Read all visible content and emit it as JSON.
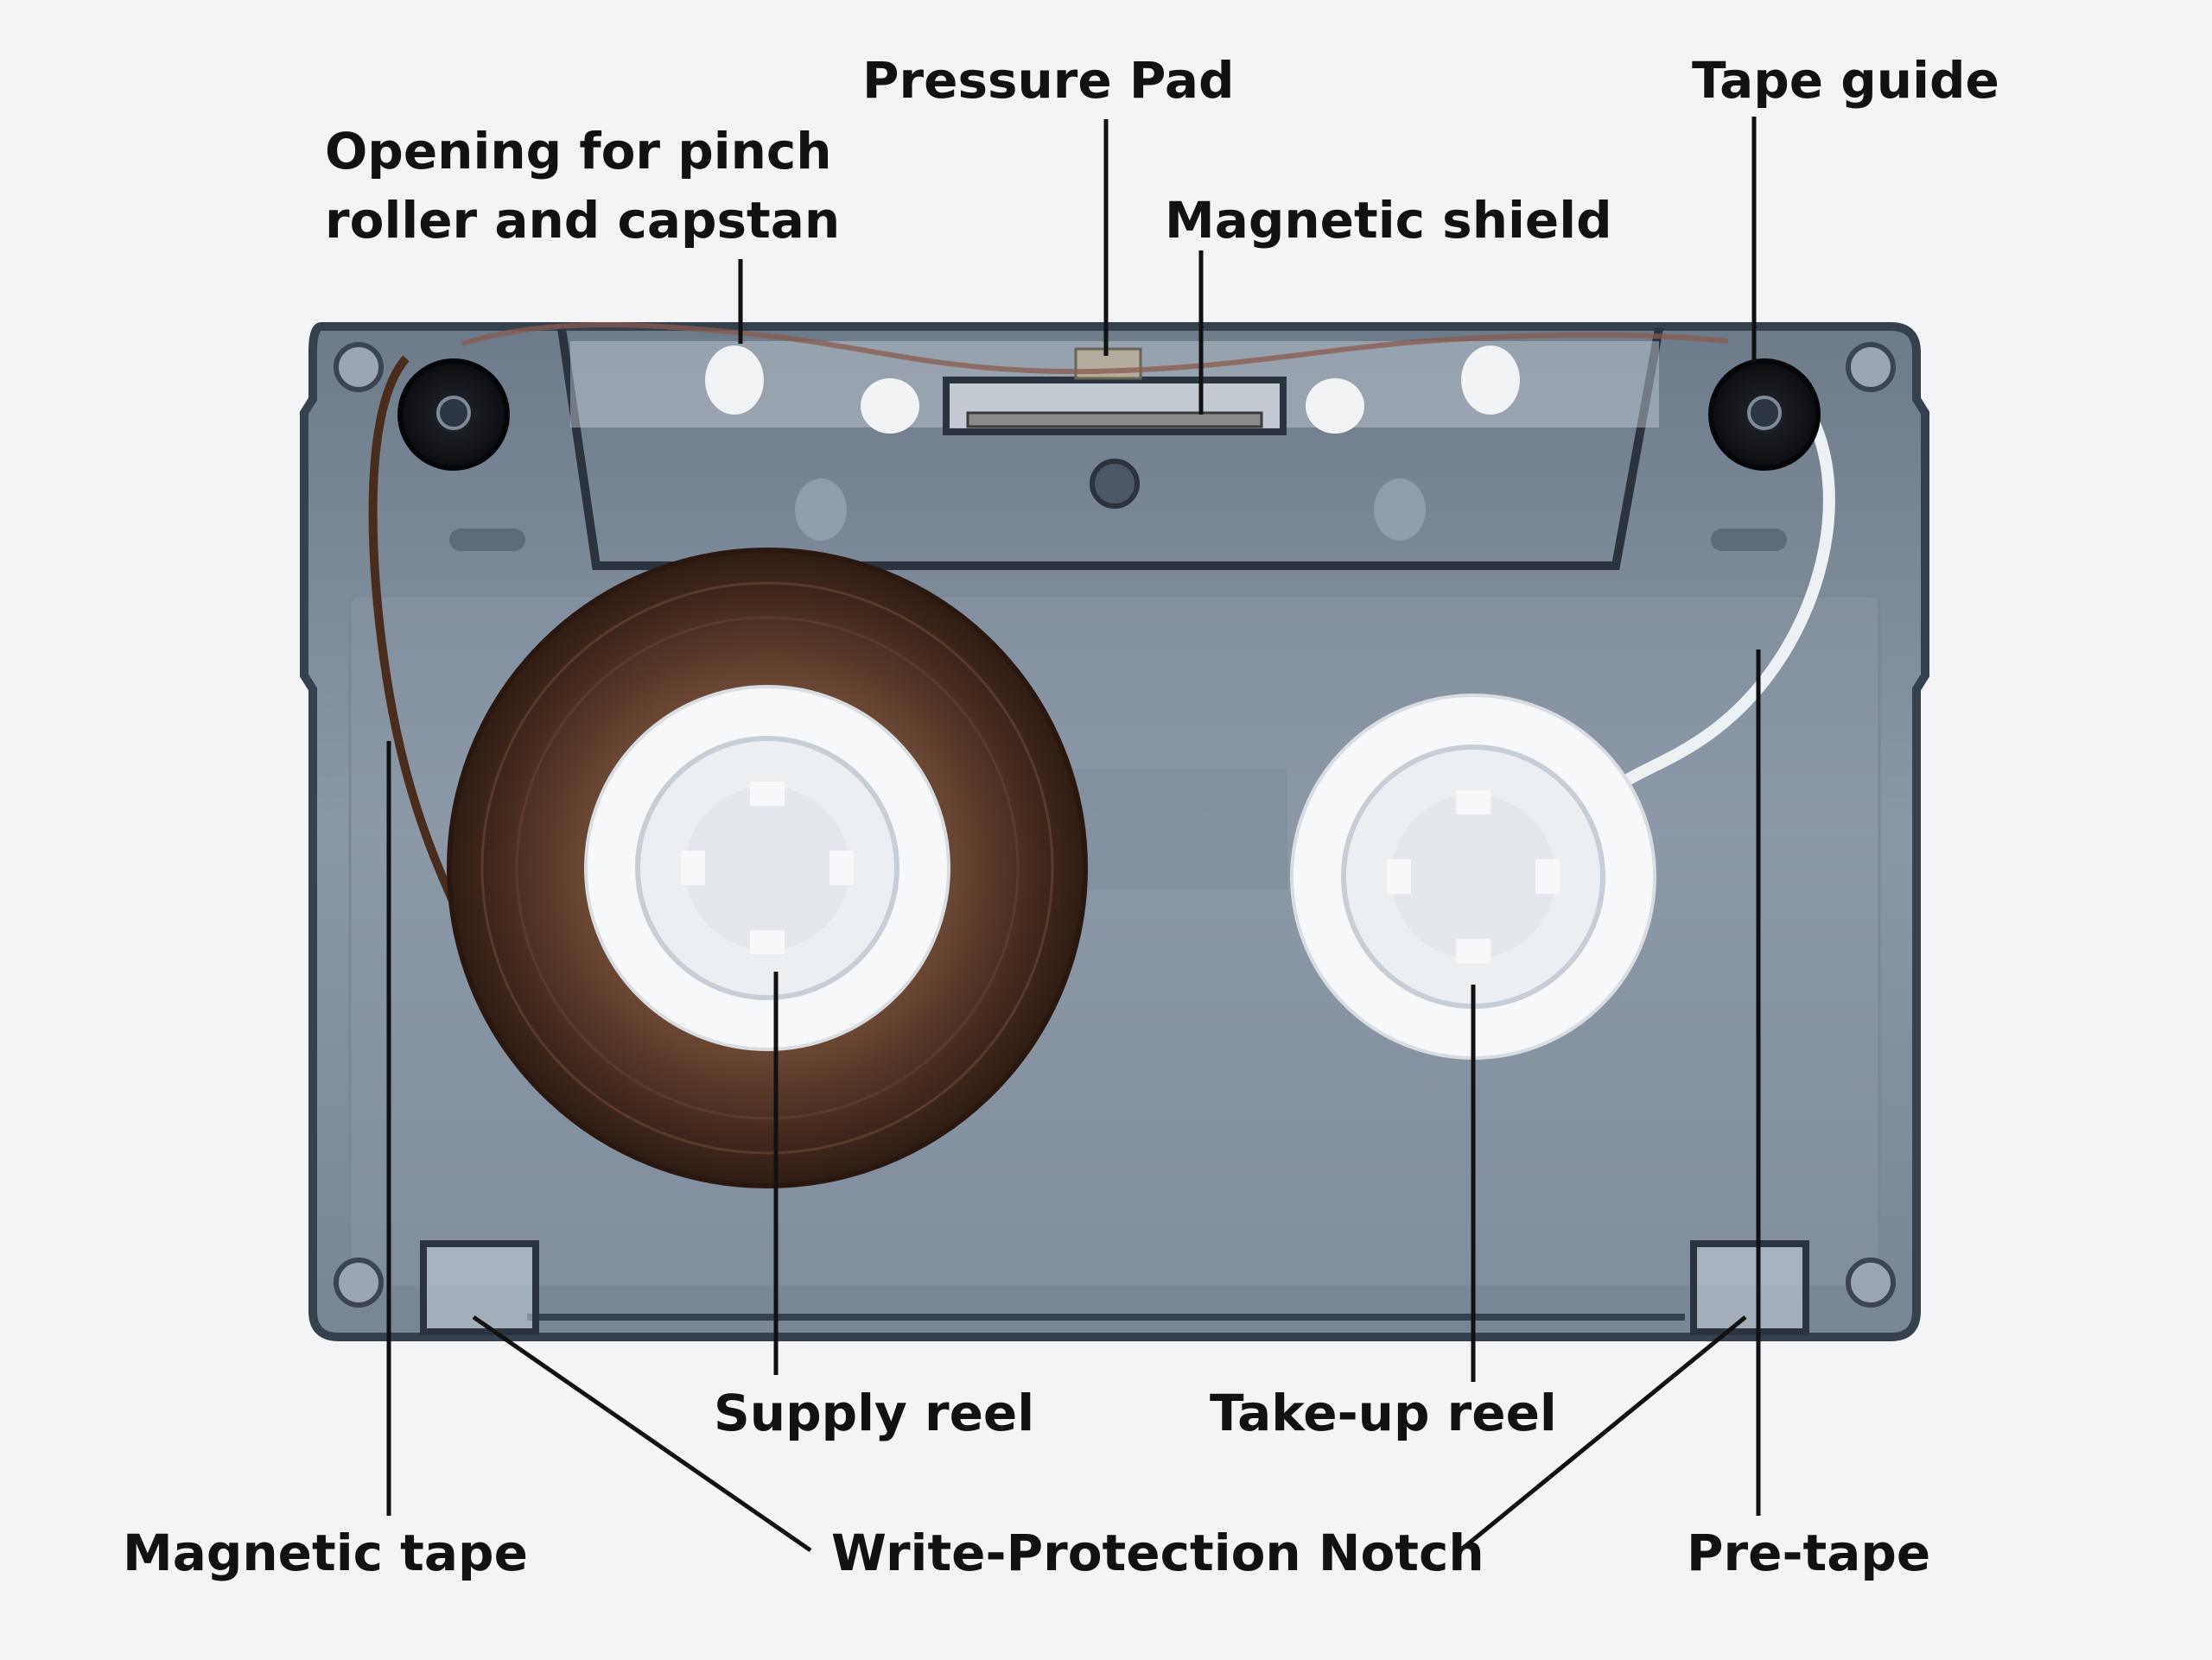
{
  "labels": {
    "pressure_pad": "Pressure Pad",
    "tape_guide": "Tape guide",
    "opening_line1": "Opening for pinch",
    "opening_line2": "roller and capstan",
    "magnetic_shield": "Magnetic shield",
    "supply_reel": "Supply reel",
    "take_up_reel": "Take-up reel",
    "magnetic_tape": "Magnetic tape",
    "write_protection_notch": "Write-Protection Notch",
    "pre_tape": "Pre-tape"
  },
  "colors": {
    "background": "#f4f4f6",
    "shell": "#5c6c7e",
    "shell_edge": "#35414f",
    "magnetic_tape": "#3a2418",
    "reel_hub": "#f7f8f9",
    "leader_line": "#111111",
    "text": "#111111"
  }
}
